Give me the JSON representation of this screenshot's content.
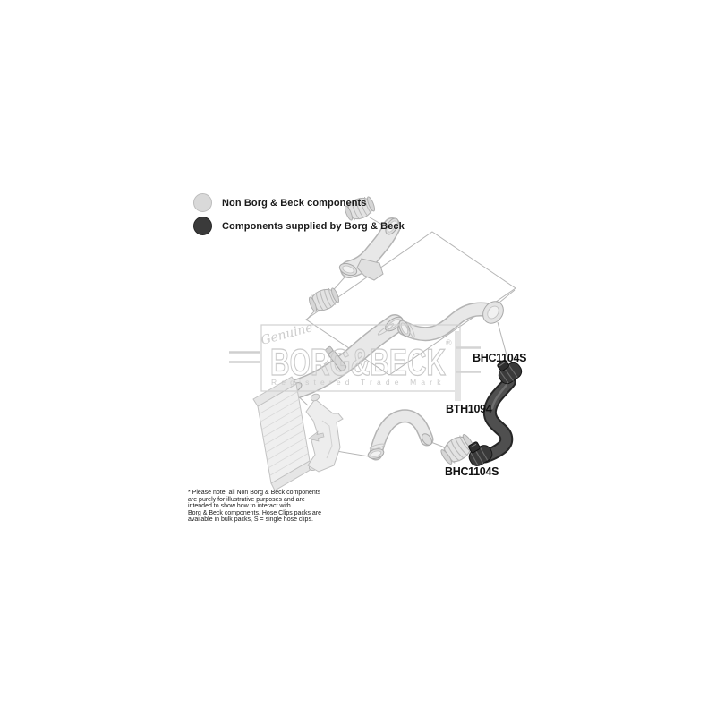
{
  "legend": {
    "items": [
      {
        "label": "Non Borg & Beck components",
        "swatch_color": "#d9d9d9"
      },
      {
        "label": "Components supplied by Borg & Beck",
        "swatch_color": "#3a3a3a"
      }
    ]
  },
  "watermark": {
    "genuine_script": "Genuine",
    "brand": "BORG&BECK",
    "registered_symbol": "®",
    "tagline": "Registered Trade Mark"
  },
  "part_labels": {
    "top_clamp": "BHC1104S",
    "main_hose": "BTH1094",
    "bottom_clamp": "BHC1104S"
  },
  "footnote": {
    "lines": [
      "* Please note: all Non Borg & Beck components",
      "are purely for illustrative purposes and are",
      "intended to show how to interact with",
      "Borg & Beck components. Hose Clips packs are",
      "available in bulk packs, S = single hose clips."
    ]
  },
  "colors": {
    "background": "#ffffff",
    "non_borg_beck_parts": "#e8e8e8",
    "borg_beck_parts": "#3a3a3a",
    "outline": "#b0b0b0",
    "watermark": "#cdcdcd",
    "label_text": "#111111"
  }
}
